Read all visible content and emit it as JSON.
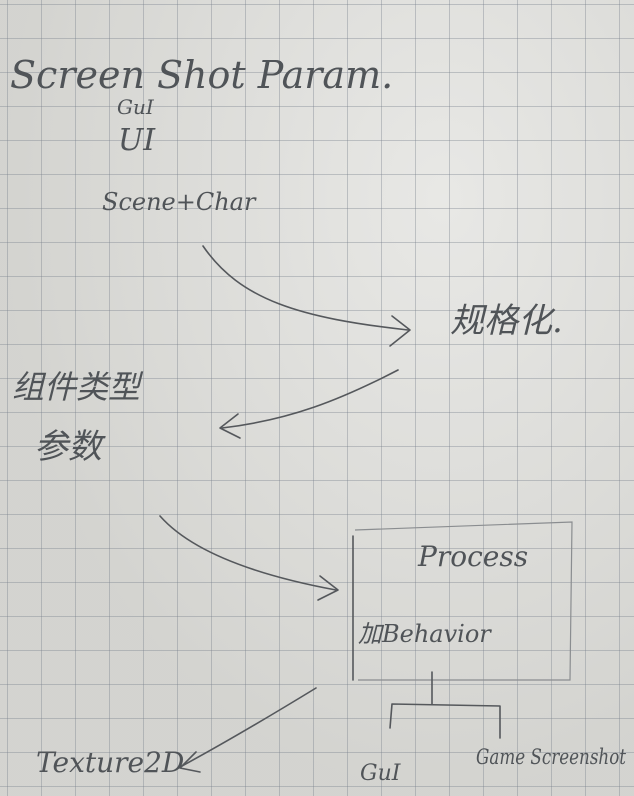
{
  "nodes": {
    "title": "Screen Shot Param.",
    "gui_top": "GuI",
    "ui": "UI",
    "scene_char": "Scene+Char",
    "normalize": "规格化.",
    "component_type": "组件类型",
    "params": "参数",
    "process": "Process",
    "add_behavior": "加Behavior",
    "texture2d": "Texture2D",
    "gui_bottom": "GuI",
    "game_screenshot": "Game Screenshot"
  },
  "colors": {
    "paper": "#dcdcd8",
    "grid": "#78808c",
    "ink": "#505458"
  }
}
